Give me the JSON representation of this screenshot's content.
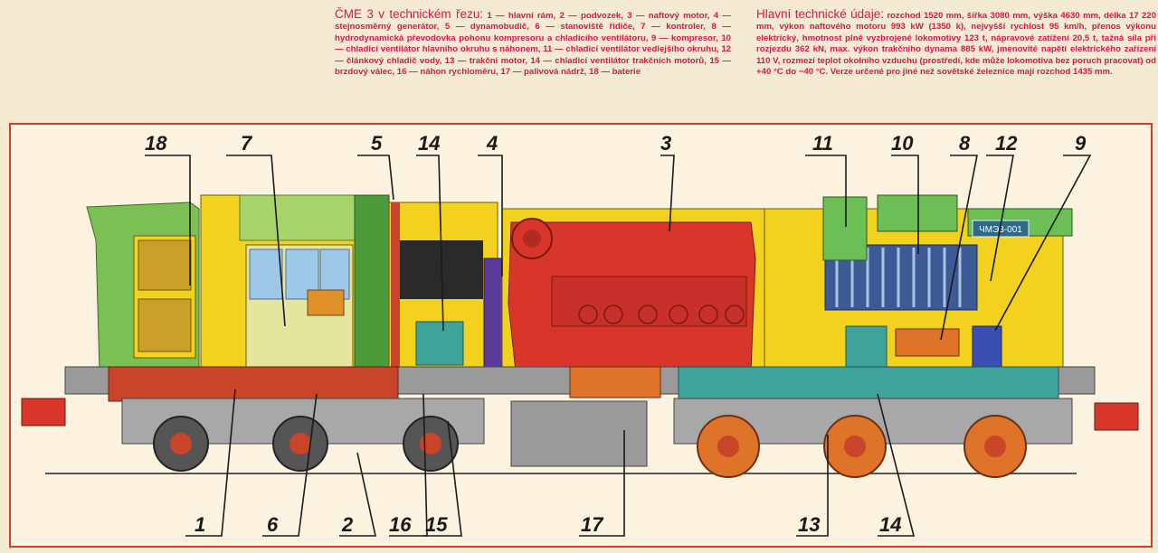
{
  "caption_left": {
    "title": "ČME 3 v technickém řezu:",
    "text": "1 — hlavní rám, 2 — podvozek, 3 — naftový motor, 4 — stejnosměrný generátor, 5 — dynamobudič, 6 — stanoviště řidiče, 7 — kontroler, 8 — hydrodynamická převodovka pohonu kompresoru a chladicího ventilátoru, 9 — kompresor, 10 — chladicí ventilátor hlavního okruhu s náhonem, 11 — chladicí ventilátor vedlejšího okruhu, 12 — článkový chladič vody, 13 — trakční motor, 14 — chladicí ventilátor trakčních motorů, 15 — brzdový válec, 16 — náhon rychloměru, 17 — palivová nádrž, 18 — baterie"
  },
  "caption_right": {
    "title": "Hlavní technické údaje:",
    "text": "rozchod 1520 mm, šířka 3080 mm, výška 4630 mm, délka 17 220 mm, výkon naftového motoru 993 kW (1350 k), nejvyšší rychlost 95 km/h, přenos výkonu elektrický, hmotnost plně vyzbrojené lokomotivy 123 t, nápravové zatížení 20,5 t, tažná síla při rozjezdu 362 kN, max. výkon trakčního dynama 885 kW, jmenovité napětí elektrického zařízení 110 V, rozmezí teplot okolního vzduchu (prostředí, kde může lokomotiva bez poruch pracovat) od +40 °C do −40 °C. Verze určené pro jiné než sovětské železnice mají rozchod 1435 mm."
  },
  "number_plate": "ЧМЭ3-001",
  "labels": {
    "l1": "1",
    "l2": "2",
    "l3": "3",
    "l4": "4",
    "l5": "5",
    "l6": "6",
    "l7": "7",
    "l8": "8",
    "l9": "9",
    "l10": "10",
    "l11": "11",
    "l12": "12",
    "l13": "13",
    "l14a": "14",
    "l14b": "14",
    "l15": "15",
    "l16": "16",
    "l17": "17",
    "l18": "18"
  },
  "colors": {
    "body_green": "#7bbf55",
    "body_yellow": "#f2d21e",
    "frame_red": "#c8452a",
    "engine_red": "#d8362a",
    "generator_purple": "#5b3a9c",
    "teal": "#3fa39b",
    "border_red": "#d53a2a"
  }
}
